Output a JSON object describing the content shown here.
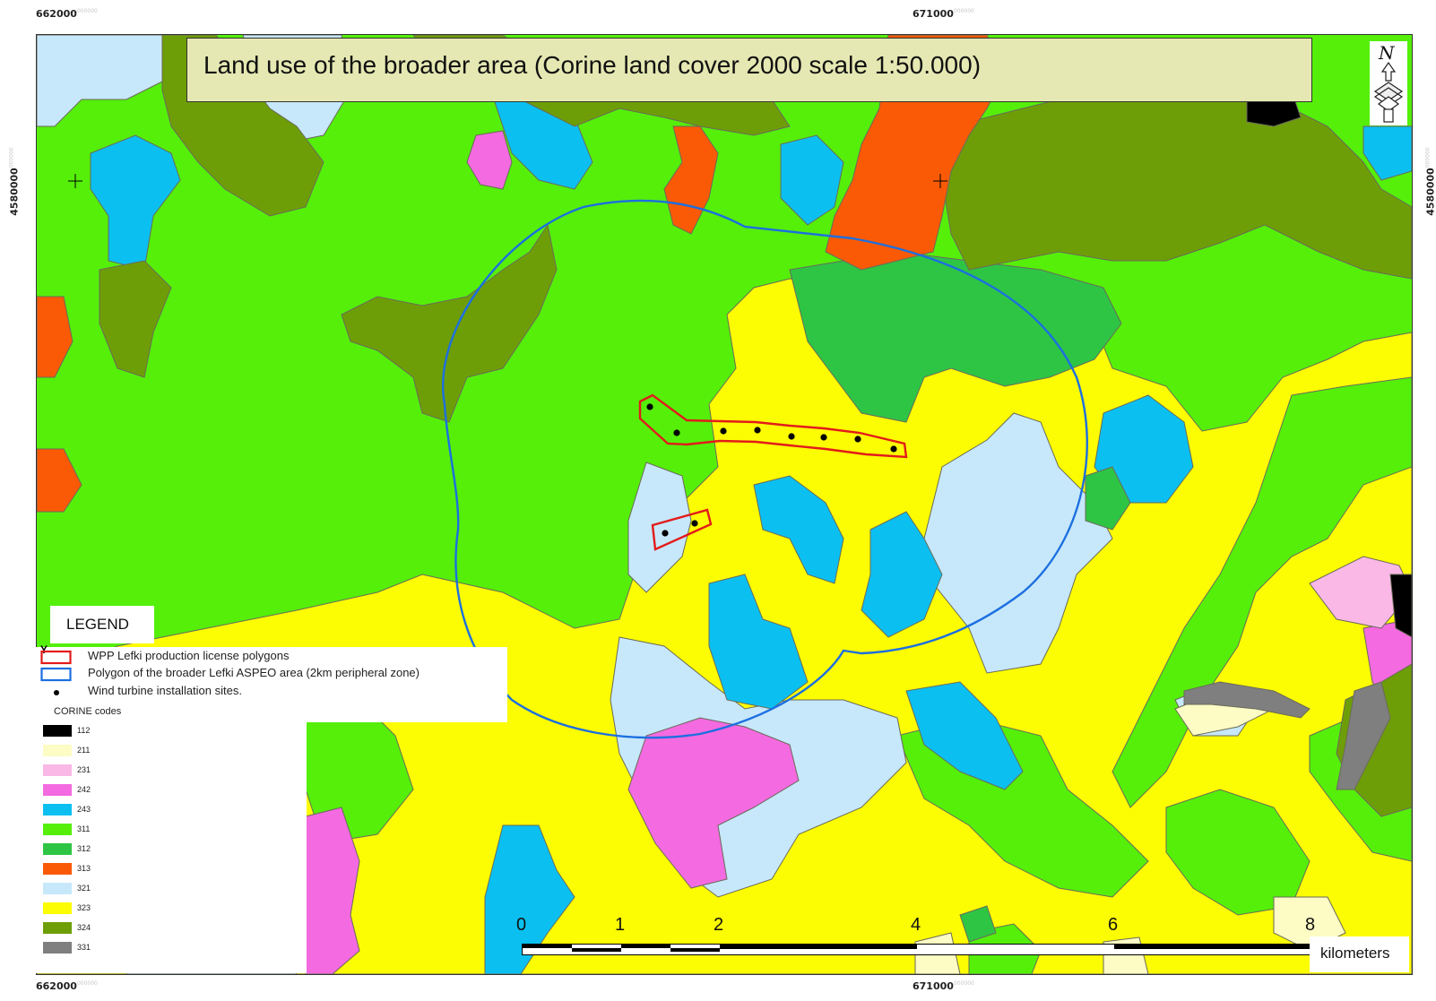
{
  "title": "Land use of the broader area (Corine land cover 2000 scale 1:50.000)",
  "grid_labels": {
    "x_left": "662000",
    "x_right": "671000",
    "y": "4580000",
    "faint_suffix": "000000"
  },
  "legend": {
    "heading": "LEGEND",
    "stray_glyph": "Y",
    "items": [
      {
        "symbol": "red-outline-rectangle",
        "label": "WPP Lefki production license polygons"
      },
      {
        "symbol": "blue-outline-rectangle",
        "label": "Polygon of the broader Lefki ASPEO area (2km peripheral zone)"
      },
      {
        "symbol": "black-dot",
        "label": "Wind turbine installation sites."
      }
    ],
    "codes_title": "CORINE codes",
    "codes": [
      {
        "code": "112",
        "color": "#000000"
      },
      {
        "code": "211",
        "color": "#fdfcc4"
      },
      {
        "code": "231",
        "color": "#f9b8e6"
      },
      {
        "code": "242",
        "color": "#f46ae0"
      },
      {
        "code": "243",
        "color": "#0bc0f1"
      },
      {
        "code": "311",
        "color": "#55ef0a"
      },
      {
        "code": "312",
        "color": "#2ec545"
      },
      {
        "code": "313",
        "color": "#fa5a05"
      },
      {
        "code": "321",
        "color": "#c7e8fb"
      },
      {
        "code": "323",
        "color": "#fcfc02"
      },
      {
        "code": "324",
        "color": "#6e9e07"
      },
      {
        "code": "331",
        "color": "#7f7f7f"
      }
    ]
  },
  "scale_bar": {
    "labels": [
      "0",
      "1",
      "2",
      "4",
      "6",
      "8"
    ],
    "unit": "kilometers"
  },
  "north_arrow": {
    "letter": "N"
  },
  "colors": {
    "license_polygon": "#e21b1b",
    "aspeo_boundary": "#1c6fe0",
    "turbine": "#000000"
  },
  "turbine_count": 10
}
